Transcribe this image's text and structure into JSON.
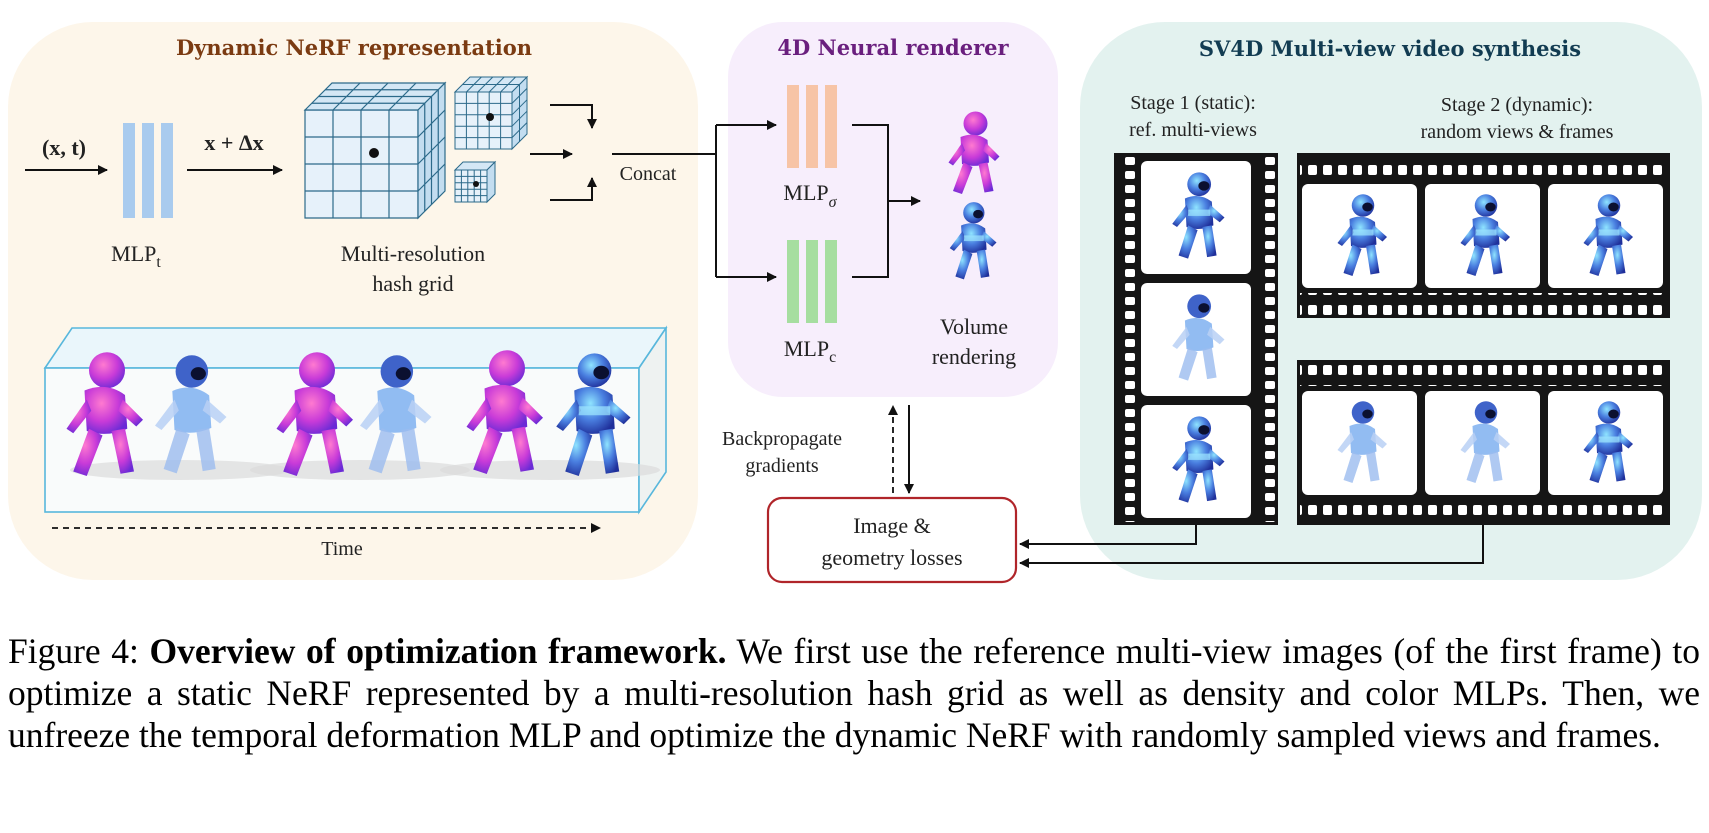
{
  "panels": {
    "nerf": {
      "title": "Dynamic NeRF representation",
      "input_label": "(x, t)",
      "offset_label": "x + Δx",
      "mlp_t": "MLP",
      "mlp_t_sub": "t",
      "hash_grid": [
        "Multi-resolution",
        "hash grid"
      ],
      "time_label": "Time",
      "concat_label": "Concat"
    },
    "renderer": {
      "title": "4D Neural renderer",
      "mlp_sigma": "MLP",
      "mlp_sigma_sub": "σ",
      "mlp_c": "MLP",
      "mlp_c_sub": "c",
      "volume": [
        "Volume",
        "rendering"
      ]
    },
    "sv4d": {
      "title": "SV4D Multi-view video synthesis",
      "stage1": [
        "Stage 1 (static):",
        "ref. multi-views"
      ],
      "stage2": [
        "Stage 2 (dynamic):",
        "random views & frames"
      ]
    },
    "losses": {
      "box": [
        "Image &",
        "geometry losses"
      ],
      "backprop": [
        "Backpropagate",
        "gradients"
      ]
    }
  },
  "colors": {
    "nerf_bg": "#fdf6ea",
    "renderer_bg": "#f7eefc",
    "sv4d_bg": "#e3f2ef",
    "nerf_title": "#7b3b12",
    "renderer_title": "#6a1f7e",
    "sv4d_title": "#123c52",
    "mlp_blue": "#a9cbee",
    "mlp_orange": "#f7c4a6",
    "mlp_green": "#a6dea0",
    "loss_border": "#b0252a"
  },
  "caption": {
    "prefix": "Figure 4: ",
    "bold": "Overview of optimization framework.",
    "text": " We first use the reference multi-view images (of the first frame) to optimize a static NeRF represented by a multi-resolution hash grid as well as density and color MLPs. Then, we unfreeze the temporal deformation MLP and optimize the dynamic NeRF with randomly sampled views and frames."
  }
}
